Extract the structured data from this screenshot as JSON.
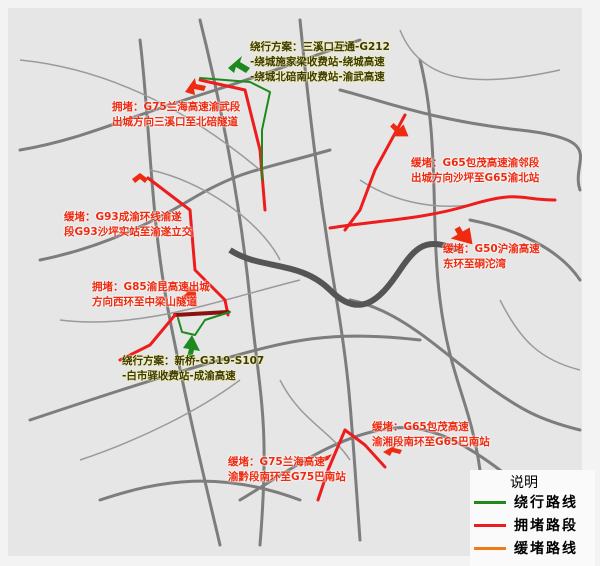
{
  "colors": {
    "detour": "#1e8a1e",
    "congested": "#ee1c1c",
    "slow": "#f07a14",
    "road": "#7a7a7a",
    "map_bg": "#e6e6e6"
  },
  "annotations": [
    {
      "type": "detour",
      "lines": [
        "绕行方案：三溪口互通-G212",
        "-绕城施家梁收费站-绕城高速",
        "-绕城北碚南收费站-渝武高速"
      ]
    },
    {
      "type": "congested",
      "lines": [
        "拥堵：G75兰海高速渝武段",
        "出城方向三溪口至北碚隧道"
      ]
    },
    {
      "type": "slow",
      "lines": [
        "缓堵：G65包茂高速渝邻段",
        "出城方向沙坪至G65渝北站"
      ]
    },
    {
      "type": "slow",
      "lines": [
        "缓堵：G93成渝环线渝遂",
        "段G93沙坪实站至渝遂立交"
      ]
    },
    {
      "type": "slow",
      "lines": [
        "缓堵：G50沪渝高速",
        "东环至硐沱湾"
      ]
    },
    {
      "type": "congested",
      "lines": [
        "拥堵：G85渝昆高速出城",
        "方向西环至中梁山隧道"
      ]
    },
    {
      "type": "detour",
      "lines": [
        "绕行方案：新桥-G319-S107",
        "-白市驿收费站-成渝高速"
      ]
    },
    {
      "type": "slow",
      "lines": [
        "缓堵：G65包茂高速",
        "渝湘段南环至G65巴南站"
      ]
    },
    {
      "type": "slow",
      "lines": [
        "缓堵：G75兰海高速",
        "渝黔段南环至G75巴南站"
      ]
    }
  ],
  "legend": {
    "title": "说明",
    "items": [
      {
        "label": "绕行路线",
        "color": "#1e8a1e"
      },
      {
        "label": "拥堵路段",
        "color": "#ee1c1c"
      },
      {
        "label": "缓堵路线",
        "color": "#f07a14"
      }
    ]
  }
}
